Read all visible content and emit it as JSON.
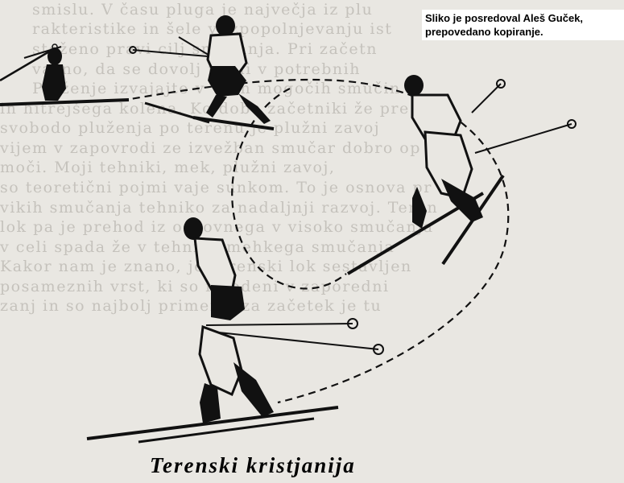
{
  "credit": {
    "line1": "Sliko je posredoval Aleš Guček,",
    "line2": "prepovedano kopiranje."
  },
  "caption": "Terenski kristjanija",
  "background_text": [
    "smislu. V času pluga je največja iz plu",
    "rakteristike in šele v izpopolnjevanju ist",
    "stoženo pravi cilj smučanja. Pri začetn",
    "važno, da se dovolj utrdi v potrebnih",
    "Pluženje izvajajte v vseh mogočih smučin",
    "in hitrejšega kolena. Ko dobe začetniki že pre",
    "svobodo pluženja po terenu je plužni zavoj",
    "vijem v zapovrodi ze izvežban smučar dobro op",
    "moči. Moji tehniki, mek, plužni zavoj,",
    "so teoretični pojmi vaje sunkom. To je osnova pr",
    "vikih smučanja tehniko za nadaljnji razvoj. Teren",
    "lok pa je prehod iz osnovnega v visoko smučanja",
    "v celi spada že v tehniko mehkega smučanja",
    "Kakor nam je znano, je terenski lok sestavljen",
    "posameznih vrst, ki so izvedeni v zaporedni",
    "zanj in so najbolj primerni za začetek je tu"
  ],
  "colors": {
    "paper": "#e9e7e2",
    "ink": "#111111",
    "faint_text": "#b9b6b0"
  }
}
